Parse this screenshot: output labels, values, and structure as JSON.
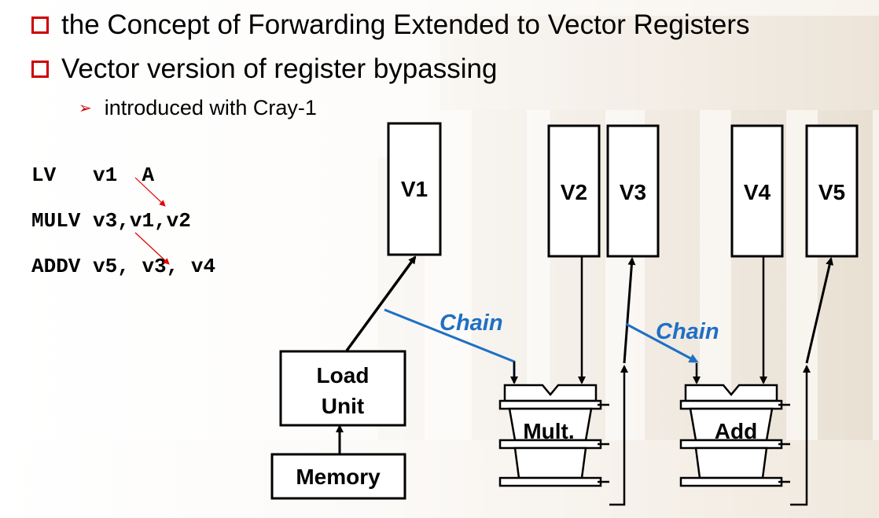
{
  "bullets": [
    "the Concept of Forwarding Extended to Vector Registers",
    "Vector version of register bypassing"
  ],
  "sub_bullet": "introduced with Cray-1",
  "code_lines": [
    {
      "op": "LV",
      "args": "v1  A"
    },
    {
      "op": "MULV",
      "args": "v3,v1,v2"
    },
    {
      "op": "ADDV",
      "args": "v5, v3, v4"
    }
  ],
  "registers": [
    "V1",
    "V2",
    "V3",
    "V4",
    "V5"
  ],
  "units": {
    "load_unit": [
      "Load",
      "Unit"
    ],
    "memory": "Memory",
    "mult": "Mult.",
    "add": "Add"
  },
  "chain_label": "Chain",
  "colors": {
    "bullet_accent": "#cc0000",
    "chain": "#1f6fc4",
    "dependency_arrow": "#e00000"
  }
}
